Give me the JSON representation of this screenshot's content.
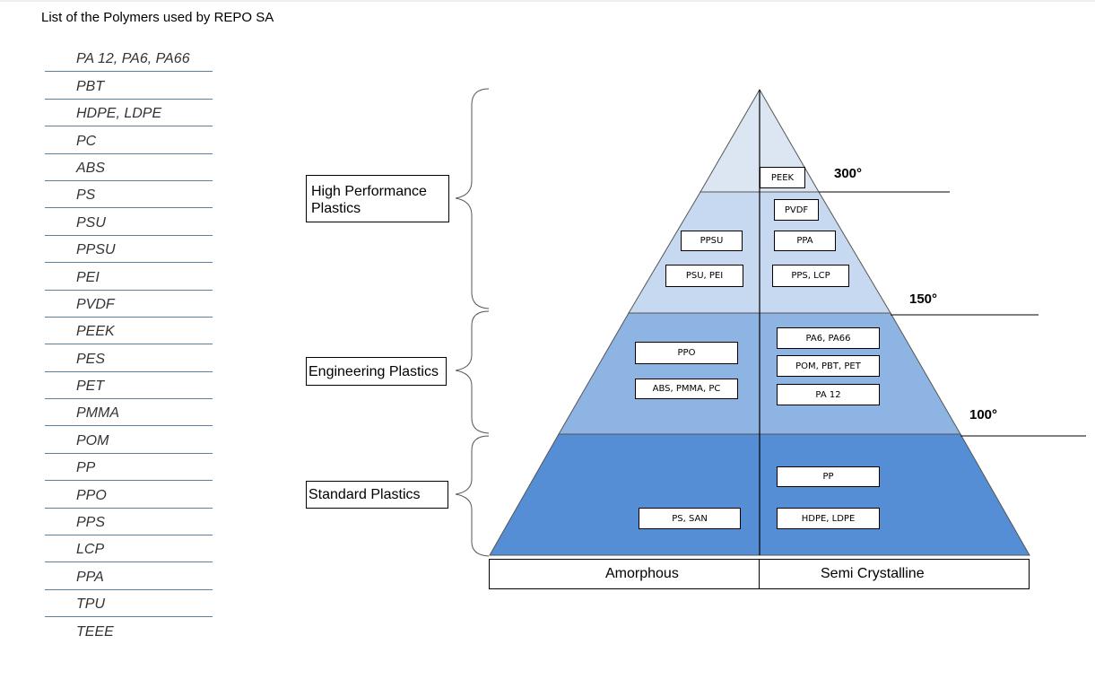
{
  "title": "List of the Polymers used by REPO SA",
  "polymer_list": [
    "PA 12, PA6, PA66",
    "PBT",
    "HDPE, LDPE",
    "PC",
    "ABS",
    "PS",
    "PSU",
    "PPSU",
    "PEI",
    "PVDF",
    "PEEK",
    "PES",
    "PET",
    "PMMA",
    "POM",
    "PP",
    "PPO",
    "PPS",
    "LCP",
    "PPA",
    "TPU",
    "TEEE"
  ],
  "tiers": {
    "high_performance": "High Performance Plastics",
    "engineering": "Engineering Plastics",
    "standard": "Standard Plastics"
  },
  "temperatures": {
    "t300": "300°",
    "t150": "150°",
    "t100": "100°"
  },
  "categories": {
    "amorphous": "Amorphous",
    "semi_crystalline": "Semi Crystalline"
  },
  "boxes": {
    "peek": "PEEK",
    "pvdf": "PVDF",
    "ppsu": "PPSU",
    "ppa": "PPA",
    "psu_pei": "PSU, PEI",
    "pps_lcp": "PPS, LCP",
    "ppo": "PPO",
    "abs_pmma_pc": "ABS, PMMA, PC",
    "pa6_pa66": "PA6, PA66",
    "pom_pbt_pet": "POM, PBT, PET",
    "pa12": "PA 12",
    "pp": "PP",
    "ps_san": "PS, SAN",
    "hdpe_ldpe": "HDPE, LDPE"
  },
  "colors": {
    "top_tier": "#dce6f2",
    "high_tier": "#c6d9f1",
    "engineering_tier": "#8eb4e3",
    "standard_tier": "#558ed5"
  }
}
